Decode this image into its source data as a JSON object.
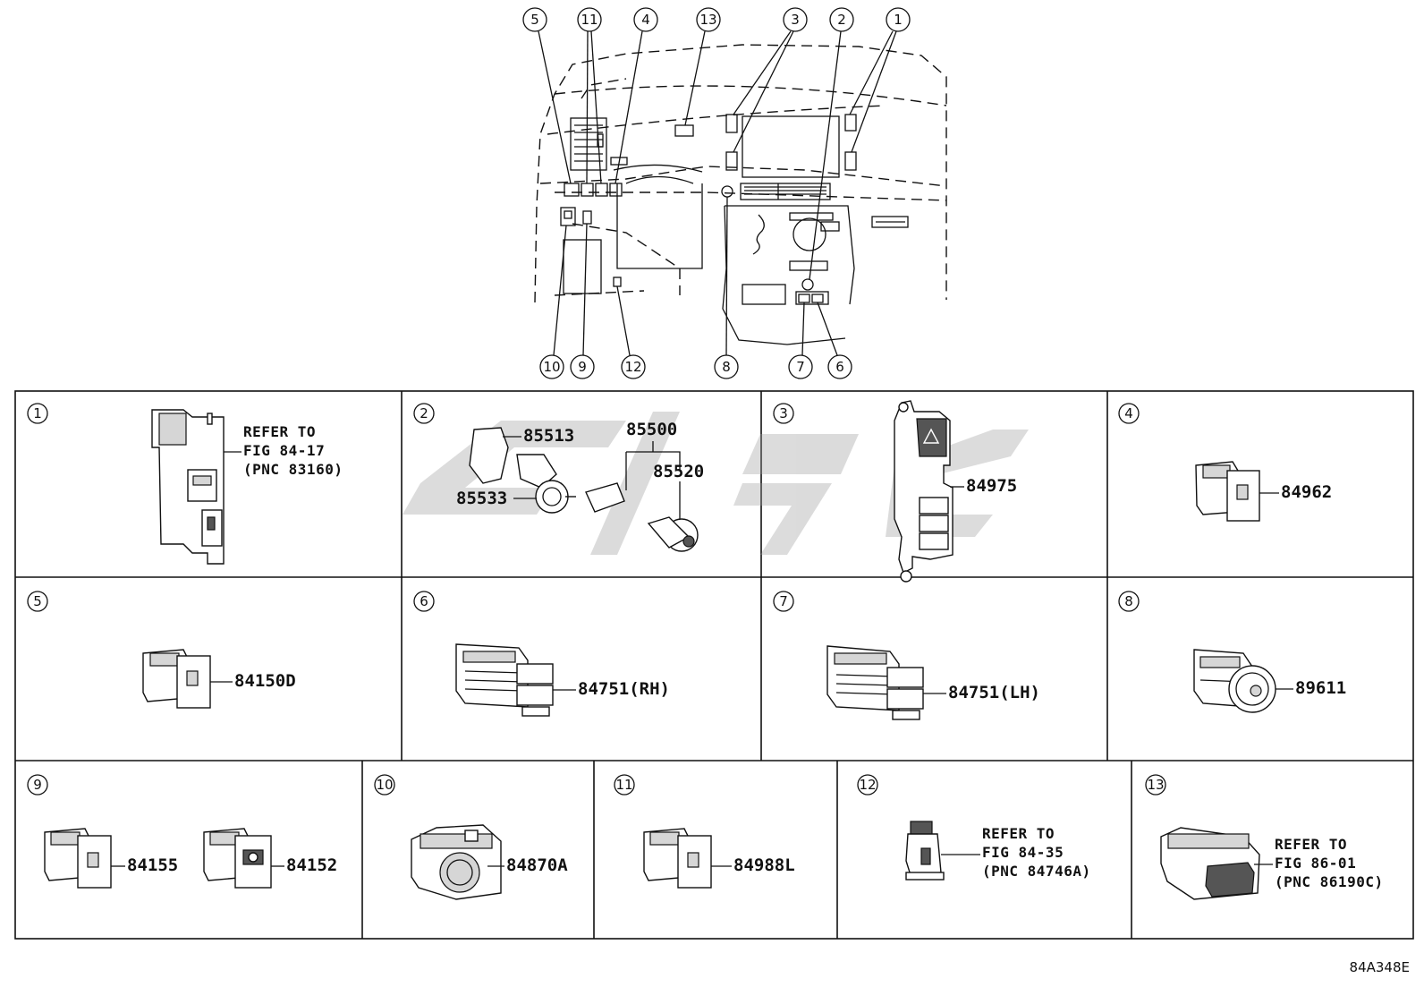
{
  "overview": {
    "callouts_top": [
      "5",
      "11",
      "4",
      "13",
      "3",
      "2",
      "1"
    ],
    "callouts_bottom": [
      "10",
      "9",
      "12",
      "8",
      "7",
      "6"
    ]
  },
  "panels": [
    {
      "num": "1",
      "parts": [],
      "refer": [
        "REFER TO",
        "FIG 84-17",
        "(PNC 83160)"
      ]
    },
    {
      "num": "2",
      "parts": [
        "85513",
        "85500",
        "85520",
        "85533"
      ],
      "refer": []
    },
    {
      "num": "3",
      "parts": [
        "84975"
      ],
      "refer": []
    },
    {
      "num": "4",
      "parts": [
        "84962"
      ],
      "refer": []
    },
    {
      "num": "5",
      "parts": [
        "84150D"
      ],
      "refer": []
    },
    {
      "num": "6",
      "parts": [
        "84751(RH)"
      ],
      "refer": []
    },
    {
      "num": "7",
      "parts": [
        "84751(LH)"
      ],
      "refer": []
    },
    {
      "num": "8",
      "parts": [
        "89611"
      ],
      "refer": []
    },
    {
      "num": "9",
      "parts": [
        "84155",
        "84152"
      ],
      "refer": []
    },
    {
      "num": "10",
      "parts": [
        "84870A"
      ],
      "refer": []
    },
    {
      "num": "11",
      "parts": [
        "84988L"
      ],
      "refer": []
    },
    {
      "num": "12",
      "parts": [],
      "refer": [
        "REFER TO",
        "FIG 84-35",
        "(PNC 84746A)"
      ]
    },
    {
      "num": "13",
      "parts": [],
      "refer": [
        "REFER TO",
        "FIG 86-01",
        "(PNC 86190C)"
      ]
    }
  ],
  "diagram_code": "84A348E"
}
